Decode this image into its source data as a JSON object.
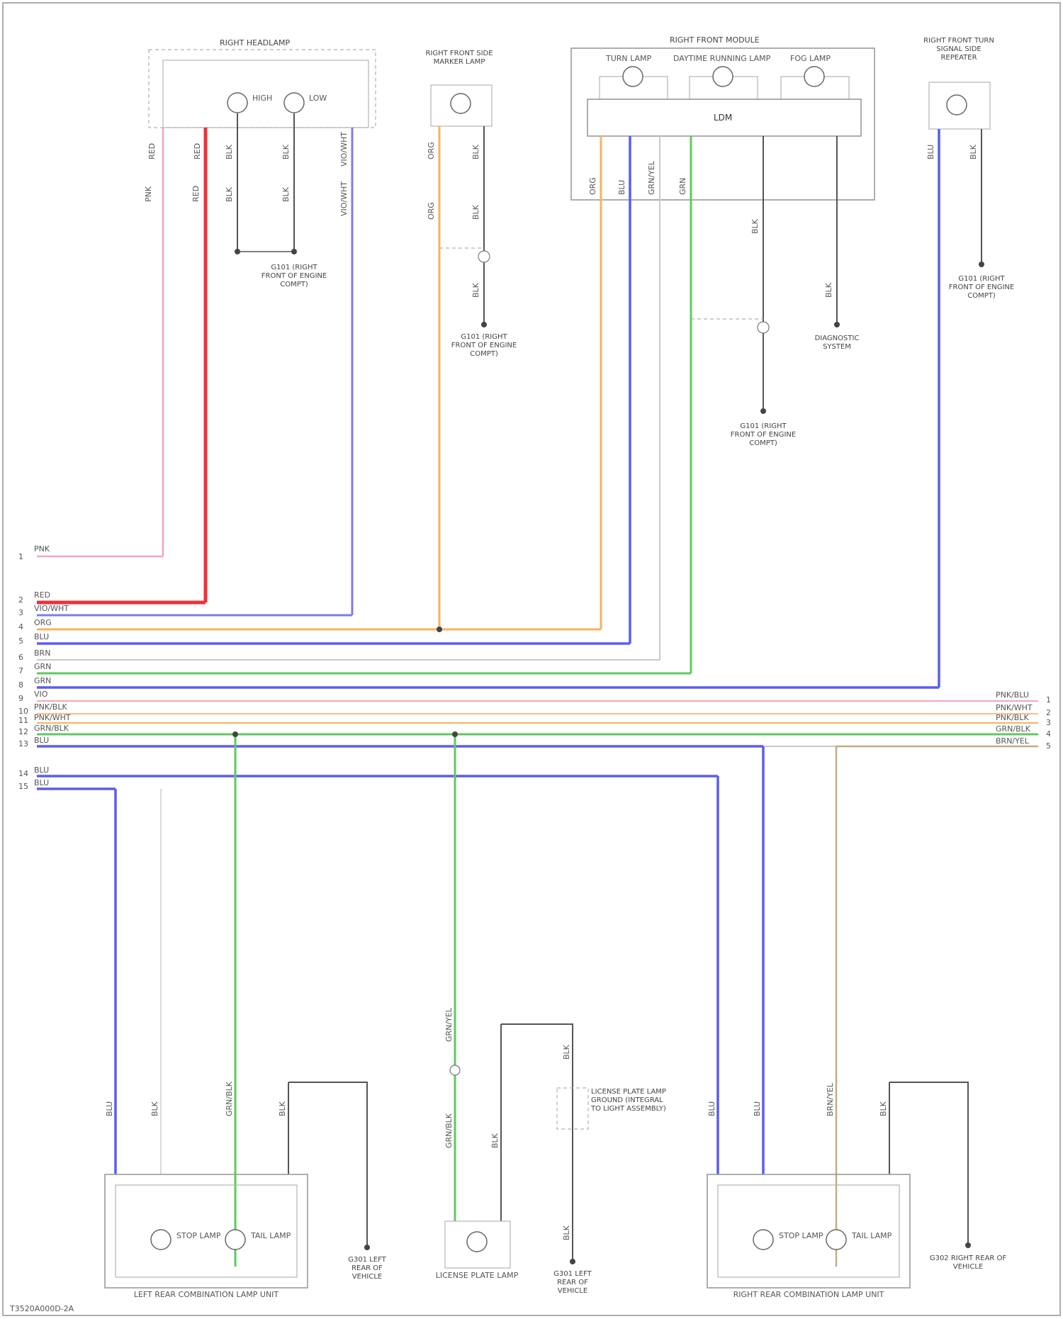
{
  "colors": {
    "pink": "#f4a6b8",
    "red": "#f0303a",
    "violet": "#7f7ce8",
    "orange": "#f7b35f",
    "blue": "#5a5cf0",
    "gray": "#c9c9c9",
    "green": "#5fc95f",
    "brown": "#c4aa88",
    "black": "#555555",
    "frame": "#9a9a9a"
  },
  "icons": [
    "lamp-bulb-icon",
    "ground-symbol-icon",
    "splice-dot-icon",
    "connector-pin-icon"
  ],
  "trunk": {
    "left_pins": [
      "1",
      "2",
      "3",
      "4",
      "5",
      "6",
      "7",
      "8",
      "9",
      "10",
      "11",
      "12",
      "13",
      "14",
      "15"
    ],
    "left_labels": [
      "PNK",
      "RED",
      "VIO/WHT",
      "ORG",
      "BLU",
      "BRN",
      "GRN",
      "GRN",
      "VIO",
      "PNK/BLK",
      "PNK/WHT",
      "GRN/BLK",
      "BLU",
      "BLU",
      "BLU"
    ],
    "right_pins": [
      "1",
      "2",
      "3",
      "4",
      "5"
    ],
    "right_labels": [
      "PNK/BLU",
      "PNK/WHT",
      "PNK/BLK",
      "GRN/BLK",
      "BRN/YEL"
    ]
  },
  "components": {
    "right_headlight": {
      "title": "RIGHT HEADLAMP",
      "bulbs": [
        "HIGH",
        "LOW"
      ],
      "pin_codes": [
        "RED",
        "RED",
        "BLK",
        "BLK",
        "VIO/WHT"
      ],
      "wire_codes": [
        "PNK",
        "RED",
        "BLK",
        "BLK",
        "VIO/WHT"
      ],
      "ground": "G101 (RIGHT FRONT OF ENGINE COMPT)"
    },
    "right_side_marker": {
      "title": "RIGHT FRONT SIDE MARKER LAMP",
      "codes": [
        "ORG",
        "BLK",
        "ORG",
        "BLK",
        "BLK"
      ],
      "ground": "G101 (RIGHT FRONT OF ENGINE COMPT)"
    },
    "right_front_module": {
      "title": "RIGHT FRONT MODULE",
      "lamps": [
        "TURN LAMP",
        "DAYTIME RUNNING LAMP",
        "FOG LAMP"
      ],
      "unit": "LDM",
      "codes": [
        "ORG",
        "BLU",
        "GRN/YEL",
        "GRN",
        "BLK",
        "BLK"
      ],
      "ground_right": "G101 (RIGHT FRONT OF ENGINE COMPT)",
      "ground_far": "DIAGNOSTIC SYSTEM"
    },
    "right_turn_repeater": {
      "title": "RIGHT FRONT TURN SIGNAL SIDE REPEATER",
      "codes": [
        "BLU",
        "BLK"
      ],
      "ground": "G101 (RIGHT FRONT OF ENGINE COMPT)"
    },
    "left_rear_combo": {
      "title": "LEFT REAR COMBINATION LAMP UNIT",
      "bulbs": [
        "STOP LAMP",
        "TAIL LAMP"
      ],
      "codes": [
        "BLU",
        "BLK",
        "GRN/BLK",
        "BLK"
      ],
      "ground": "G301 LEFT REAR OF VEHICLE"
    },
    "license_lamp": {
      "title": "LICENSE PLATE LAMP",
      "note": "LICENSE PLATE LAMP GROUND (INTEGRAL TO LIGHT ASSEMBLY)",
      "codes": [
        "GRN/YEL",
        "GRN/BLK",
        "BLK",
        "BLK",
        "BLK"
      ],
      "ground": "G301 LEFT REAR OF VEHICLE"
    },
    "right_rear_combo": {
      "title": "RIGHT REAR COMBINATION LAMP UNIT",
      "bulbs": [
        "STOP LAMP",
        "TAIL LAMP"
      ],
      "codes": [
        "BLU",
        "BLU",
        "BRN/YEL",
        "BLK"
      ],
      "ground": "G302 RIGHT REAR OF VEHICLE"
    }
  },
  "footer": "T3520A000D-2A"
}
